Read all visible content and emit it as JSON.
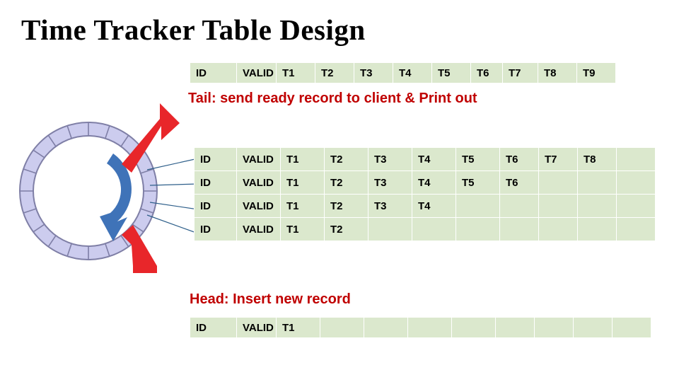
{
  "title": "Time Tracker Table Design",
  "labels": {
    "tail": "Tail: send ready record to client & Print out",
    "head": "Head: Insert new record"
  },
  "top_table": {
    "name": "timeline-header-row",
    "cells": [
      "ID",
      "VALID",
      "T1",
      "T2",
      "T3",
      "T4",
      "T5",
      "T6",
      "T7",
      "T8",
      "T9"
    ]
  },
  "record_table": {
    "name": "record-rows",
    "rows": [
      [
        "ID",
        "VALID",
        "T1",
        "T2",
        "T3",
        "T4",
        "T5",
        "T6",
        "T7",
        "T8",
        ""
      ],
      [
        "ID",
        "VALID",
        "T1",
        "T2",
        "T3",
        "T4",
        "T5",
        "T6",
        "",
        "",
        ""
      ],
      [
        "ID",
        "VALID",
        "T1",
        "T2",
        "T3",
        "T4",
        "",
        "",
        "",
        "",
        ""
      ],
      [
        "ID",
        "VALID",
        "T1",
        "T2",
        "",
        "",
        "",
        "",
        "",
        "",
        ""
      ]
    ]
  },
  "head_table": {
    "name": "head-insert-row",
    "cells": [
      "ID",
      "VALID",
      "T1",
      "",
      "",
      "",
      "",
      "",
      "",
      "",
      ""
    ]
  },
  "colors": {
    "cell_fill": "#dbe8cd",
    "label_red": "#c00000",
    "arrow_red": "#e8262a",
    "ring_fill": "#ccccee",
    "ring_stroke": "#7f7fa6",
    "rotate_blue": "#3f73b8",
    "leader_line": "#2e5f8a"
  }
}
